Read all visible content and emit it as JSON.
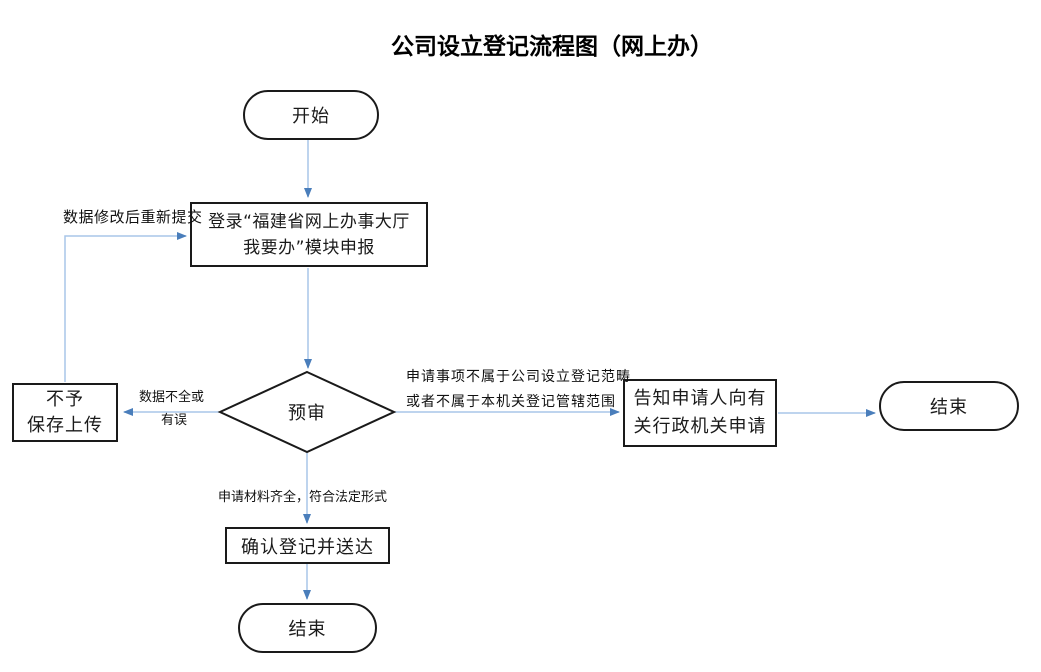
{
  "title": "公司设立登记流程图（网上办）",
  "colors": {
    "connector": "#a9c6e8",
    "arrowhead": "#4a7ebb",
    "shape_border": "#1a1a1a",
    "shape_fill": "#ffffff"
  },
  "nodes": {
    "start": {
      "label": "开始"
    },
    "login": {
      "line1": "登录“福建省网上办事大厅",
      "line2": "我要办”模块申报"
    },
    "review": {
      "label": "预审"
    },
    "reject": {
      "line1": "不予",
      "line2": "保存上传"
    },
    "inform": {
      "line1": "告知申请人向有",
      "line2": "关行政机关申请"
    },
    "confirm": {
      "label": "确认登记并送达"
    },
    "end_right": {
      "label": "结束"
    },
    "end_bottom": {
      "label": "结束"
    }
  },
  "edge_labels": {
    "resubmit": "数据修改后重新提交",
    "incomplete_line1": "数据不全或",
    "incomplete_line2": "有误",
    "scope_line1": "申请事项不属于公司设立登记范畴",
    "scope_line2": "或者不属于本机关登记管辖范围",
    "complete": "申请材料齐全，符合法定形式"
  }
}
